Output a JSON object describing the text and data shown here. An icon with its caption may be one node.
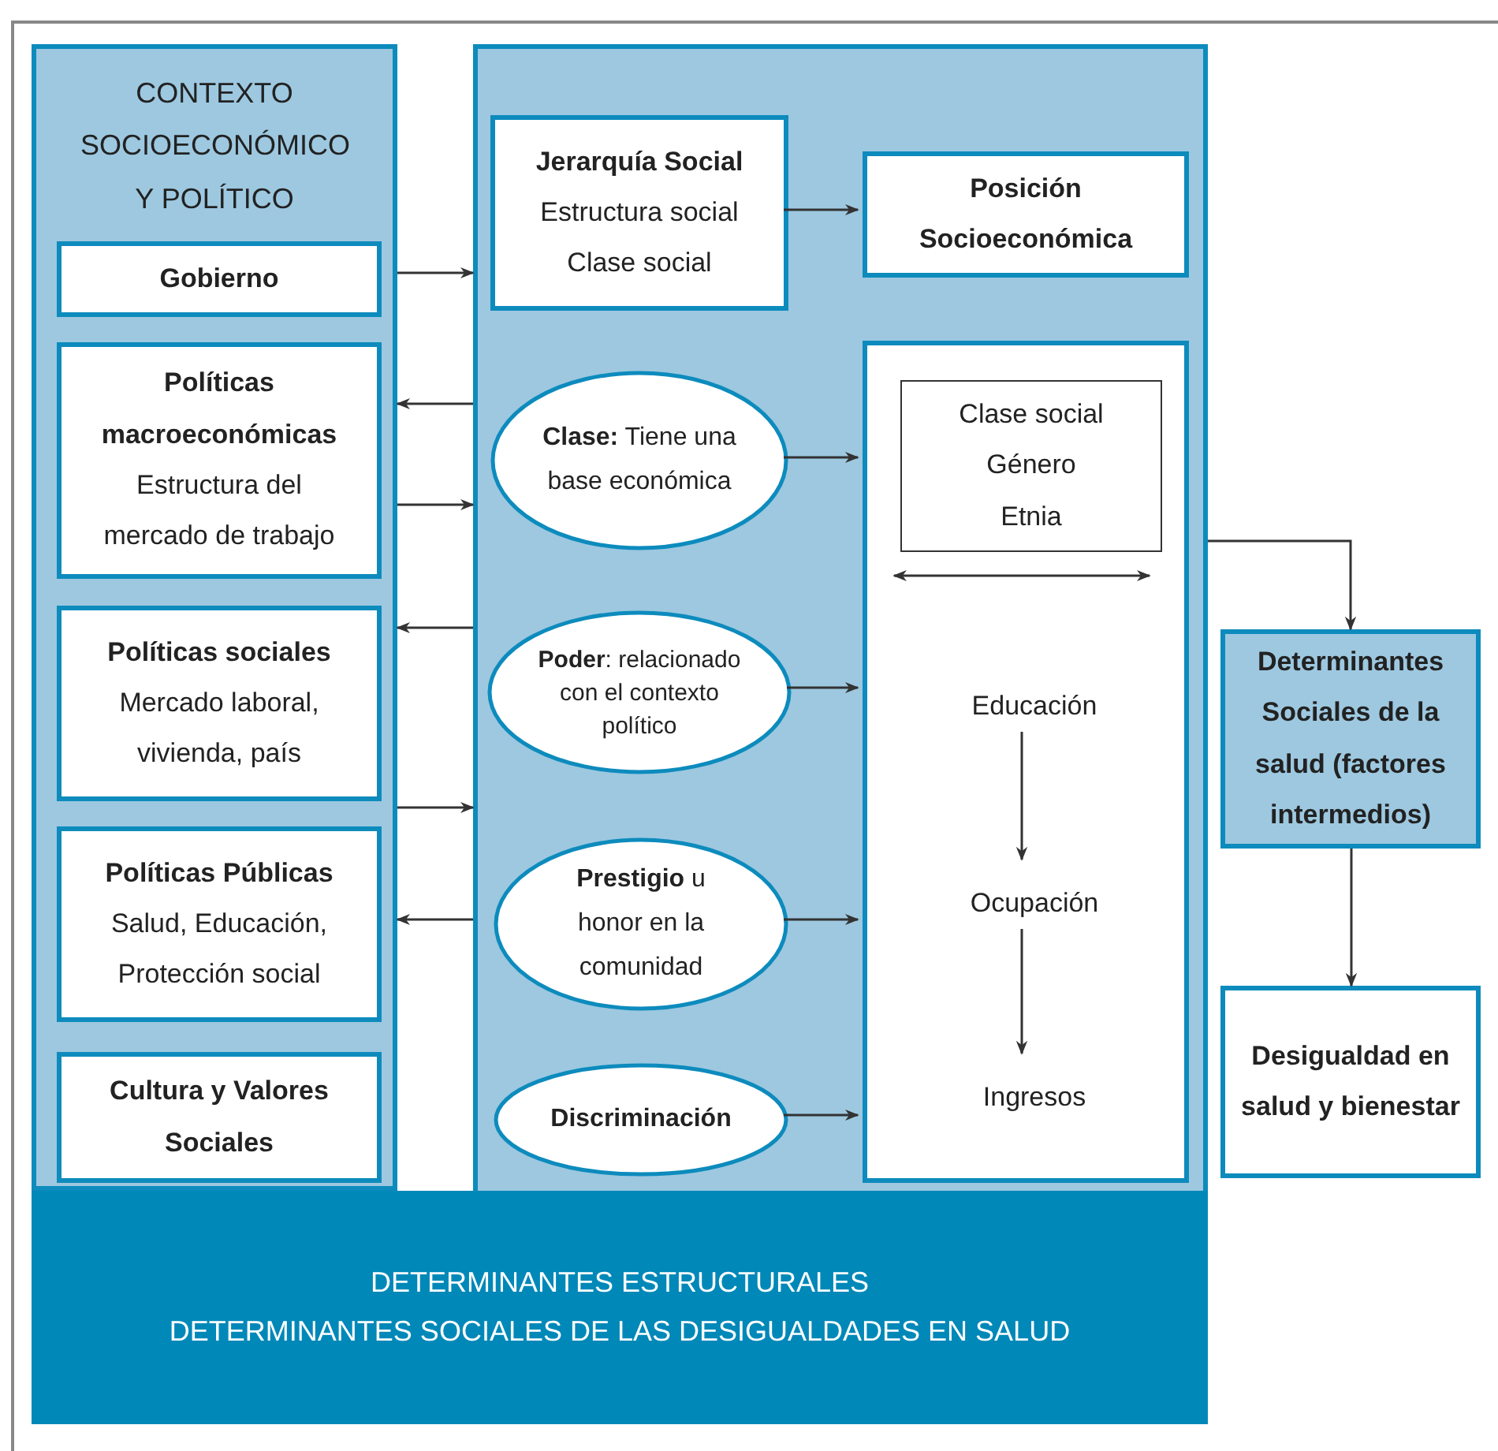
{
  "diagram": {
    "nodes": [
      {
        "text": [
          "CONTEXTO SOCIOECONÓMICO Y POLÍTICO"
        ]
      },
      {
        "text": [
          "Gobierno"
        ],
        "in": 0
      },
      {
        "text": [
          "Políticas macroeconómicas",
          "Estructura del mercado de trabajo"
        ],
        "in": 0
      },
      {
        "text": [
          "Políticas sociales",
          "Mercado laboral, vivienda, país"
        ],
        "in": 0
      },
      {
        "text": [
          "Políticas Públicas",
          "Salud, Educación, Protección social"
        ],
        "in": 0
      },
      {
        "text": [
          "Cultura y Valores Sociales"
        ],
        "in": 0
      },
      {
        "text": [],
        "shape": "box"
      },
      {
        "text": [
          "Jerarquía Social",
          "Estructura social",
          "Clase social"
        ],
        "in": 6
      },
      {
        "text": [
          "Posición Socioeconómica"
        ],
        "in": 6
      },
      {
        "text": [
          "**Clase:** Tiene una base económica"
        ],
        "in": 6
      },
      {
        "text": [
          "**Poder**: relacionado con el contexto político"
        ],
        "in": 6
      },
      {
        "text": [
          "**Prestigio** u honor en la comunidad"
        ],
        "in": 6
      },
      {
        "text": [
          "Discriminación"
        ],
        "in": 6
      },
      {
        "text": [],
        "shape": "box",
        "in": 6
      },
      {
        "text": [
          "Clase social",
          "Género",
          "Etnia"
        ],
        "in": 13
      },
      {
        "text": [
          "Educación"
        ],
        "in": 13
      },
      {
        "text": [
          "Ocupación"
        ],
        "in": 13
      },
      {
        "text": [
          "Ingresos"
        ],
        "in": 13
      },
      {
        "text": [
          "Determinantes Sociales de la salud (factores intermedios)"
        ]
      },
      {
        "text": [
          "Desigualdad en salud y bienestar"
        ]
      },
      {
        "text": [
          "DETERMINANTES ESTRUCTURALES",
          "DETERMINANTES SOCIALES DE LAS DESIGUALDADES EN SALUD"
        ]
      }
    ],
    "edges": [
      {
        "from": 0,
        "to": 6,
        "arrow": "to"
      },
      {
        "from": 6,
        "to": 0,
        "arrow": "to"
      },
      {
        "from": 0,
        "to": 6,
        "arrow": "to"
      },
      {
        "from": 6,
        "to": 0,
        "arrow": "to"
      },
      {
        "from": 0,
        "to": 6,
        "arrow": "to"
      },
      {
        "from": 6,
        "to": 0,
        "arrow": "to"
      },
      {
        "from": 7,
        "to": 8,
        "arrow": "to"
      },
      {
        "from": 9,
        "to": 13,
        "arrow": "to"
      },
      {
        "from": 10,
        "to": 13,
        "arrow": "to"
      },
      {
        "from": 11,
        "to": 13,
        "arrow": "to"
      },
      {
        "from": 12,
        "to": 13,
        "arrow": "to"
      },
      {
        "from": 15,
        "to": 16,
        "arrow": "to"
      },
      {
        "from": 16,
        "to": 17,
        "arrow": "to"
      },
      {
        "from": 6,
        "to": 18,
        "arrow": "to"
      },
      {
        "from": 18,
        "to": 19,
        "arrow": "to"
      }
    ]
  }
}
